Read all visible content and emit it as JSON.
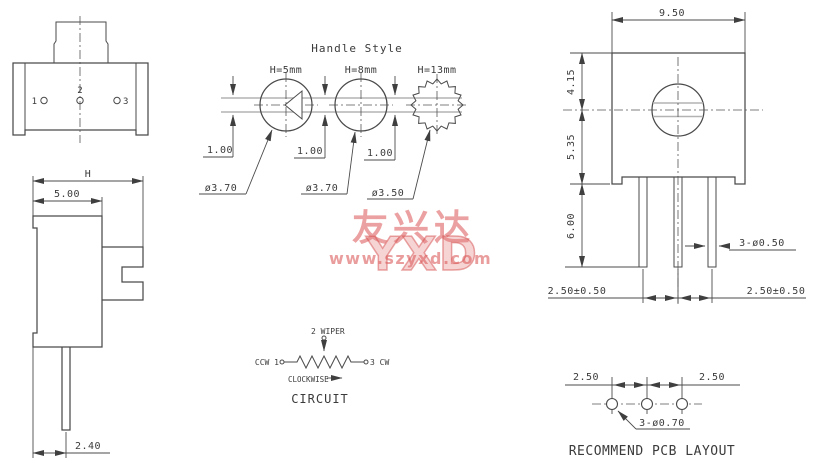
{
  "front_view": {
    "pin1": "1",
    "pin2": "2",
    "pin3": "3"
  },
  "left_view": {
    "overall_height": "H",
    "body_depth": "5.00",
    "pin_offset": "2.40"
  },
  "handle_style": {
    "title": "Handle Style",
    "variant1_label": "H=5mm",
    "variant2_label": "H=8mm",
    "variant3_label": "H=13mm",
    "slot1": "1.00",
    "slot2": "1.00",
    "slot3": "1.00",
    "dia1": "ø3.70",
    "dia2": "ø3.70",
    "dia3": "ø3.50"
  },
  "side_view": {
    "body_width": "9.50",
    "top_to_center": "4.15",
    "center_to_base": "5.35",
    "pin_length": "6.00",
    "pin_dia": "3-ø0.50",
    "pin_pitch_left": "2.50±0.50",
    "pin_pitch_right": "2.50±0.50"
  },
  "circuit": {
    "wiper_label": "2 WIPER",
    "ccw_label": "CCW 1",
    "cw_label": "3 CW",
    "direction_label": "CLOCKWISE",
    "caption": "CIRCUIT"
  },
  "pcb_layout": {
    "pitch_left": "2.50",
    "pitch_right": "2.50",
    "hole_spec": "3-ø0.70",
    "caption": "RECOMMEND PCB LAYOUT"
  },
  "watermark": {
    "brand": "友兴达",
    "initials": "YXD",
    "url": "www.szyxd.com"
  },
  "colors": {
    "line": "#4a4a4a",
    "slot_gray": "#b3b3b3",
    "watermark_pink": "#db5454"
  }
}
